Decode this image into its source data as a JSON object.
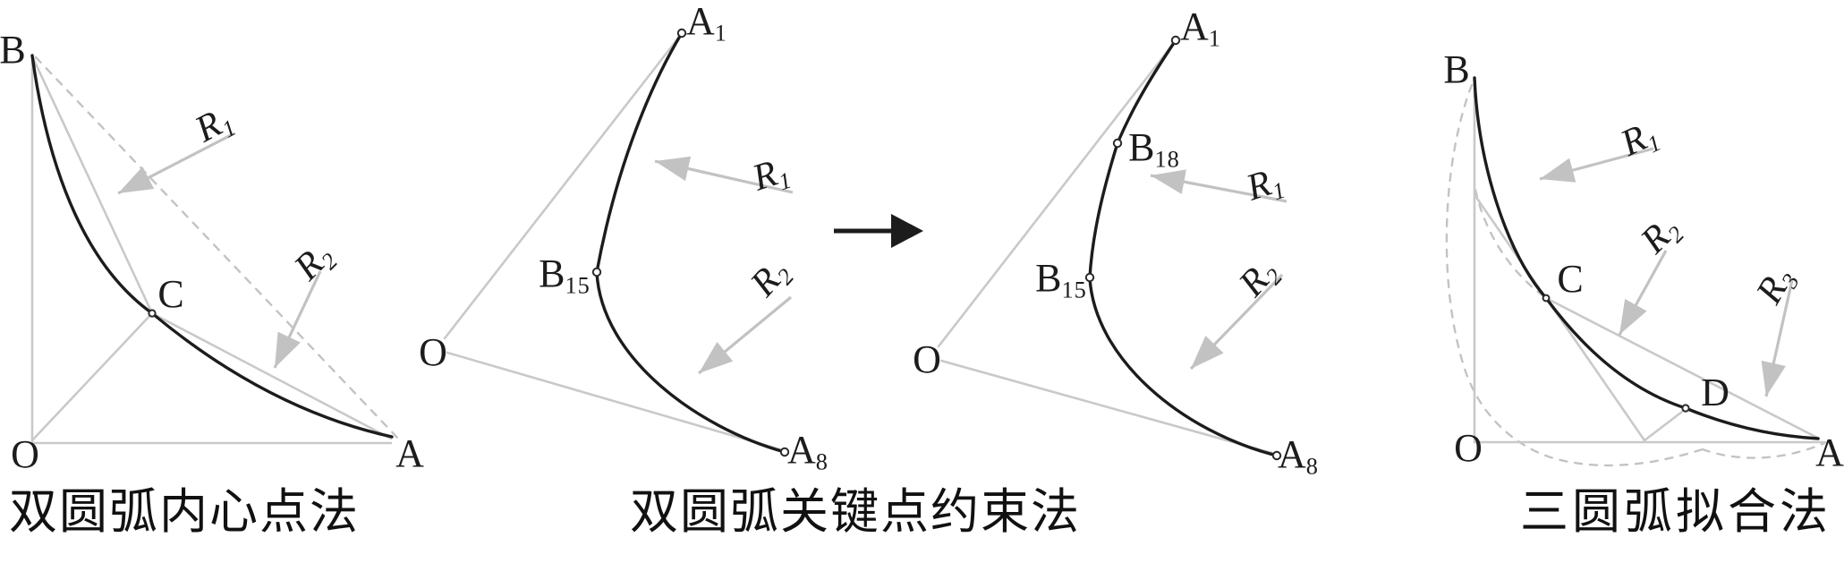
{
  "figure": {
    "colors": {
      "ink": "#1c1c1c",
      "construction_gray": "#c9c9c9",
      "arrow_gray": "#c2c2c2",
      "background": "#ffffff"
    },
    "panel1": {
      "caption": "双圆弧内心点法",
      "labels": {
        "B": "B",
        "C": "C",
        "O": "O",
        "A": "A"
      },
      "radii": {
        "r1": {
          "base": "R",
          "sub": "1"
        },
        "r2": {
          "base": "R",
          "sub": "2"
        }
      }
    },
    "panel2": {
      "caption": "双圆弧关键点约束法",
      "labels": {
        "O": "O",
        "A1": {
          "base": "A",
          "sub": "1"
        },
        "B15": {
          "base": "B",
          "sub": "15"
        },
        "A8": {
          "base": "A",
          "sub": "8"
        }
      },
      "radii": {
        "r1": {
          "base": "R",
          "sub": "1"
        },
        "r2": {
          "base": "R",
          "sub": "2"
        }
      }
    },
    "panel3": {
      "labels": {
        "O": "O",
        "A1": {
          "base": "A",
          "sub": "1"
        },
        "B18": {
          "base": "B",
          "sub": "18"
        },
        "B15": {
          "base": "B",
          "sub": "15"
        },
        "A8": {
          "base": "A",
          "sub": "8"
        }
      },
      "radii": {
        "r1": {
          "base": "R",
          "sub": "1"
        },
        "r2": {
          "base": "R",
          "sub": "2"
        }
      }
    },
    "panel4": {
      "caption": "三圆弧拟合法",
      "labels": {
        "B": "B",
        "C": "C",
        "D": "D",
        "O": "O",
        "A": "A"
      },
      "radii": {
        "r1": {
          "base": "R",
          "sub": "1"
        },
        "r2": {
          "base": "R",
          "sub": "2"
        },
        "r3": {
          "base": "R",
          "sub": "3"
        }
      }
    }
  }
}
